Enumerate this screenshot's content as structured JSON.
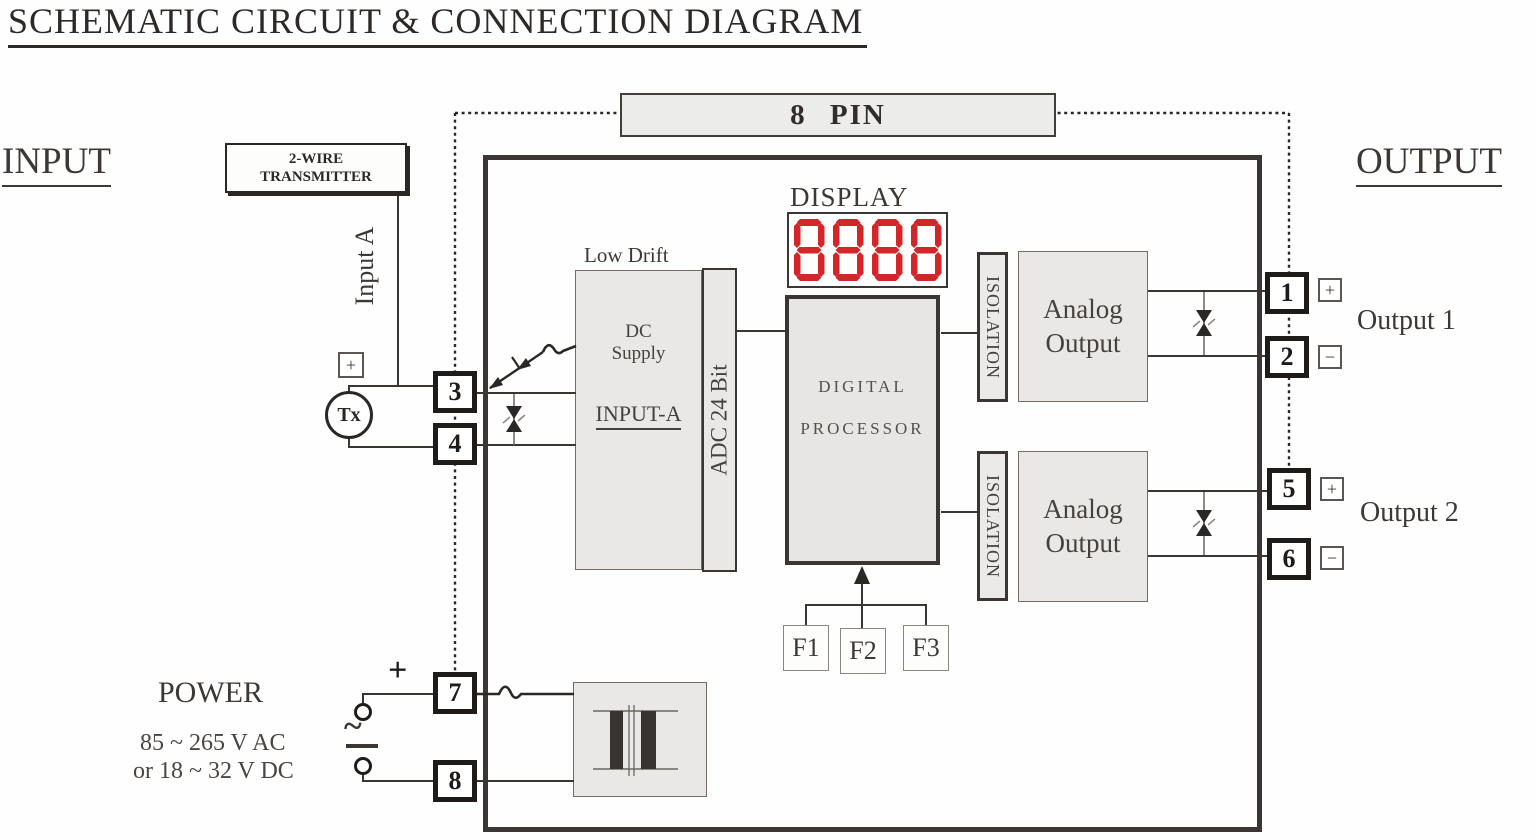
{
  "title": "SCHEMATIC CIRCUIT & CONNECTION DIAGRAM",
  "colors": {
    "display_red": "#d3262a",
    "block_fill": "#e9e8e6",
    "line_dark": "#3b3631"
  },
  "pin_header": {
    "label": "8 PIN"
  },
  "input_section": {
    "heading": "INPUT",
    "transmitter": {
      "line1": "2-WIRE",
      "line2": "TRANSMITTER"
    },
    "input_a_label": "Input A",
    "tx_label": "Tx",
    "polarity_plus": "+"
  },
  "terminals": {
    "t1": "1",
    "t2": "2",
    "t3": "3",
    "t4": "4",
    "t5": "5",
    "t6": "6",
    "t7": "7",
    "t8": "8"
  },
  "core": {
    "low_drift": "Low Drift",
    "dc_supply_line1": "DC",
    "dc_supply_line2": "Supply",
    "input_a": "INPUT-A",
    "adc": "ADC 24 Bit",
    "display_label": "DISPLAY",
    "display_value": "8888",
    "processor_line1": "DIGITAL",
    "processor_line2": "PROCESSOR",
    "isolation": "ISOLATION",
    "analog_line1": "Analog",
    "analog_line2": "Output",
    "f_keys": [
      "F1",
      "F2",
      "F3"
    ]
  },
  "output_section": {
    "heading": "OUTPUT",
    "output1": "Output 1",
    "output2": "Output 2",
    "plus": "+",
    "minus": "−"
  },
  "power_section": {
    "heading": "POWER",
    "spec_line1": "85 ~ 265 V AC",
    "spec_line2": "or 18 ~ 32 V DC",
    "plus": "+",
    "ac_symbol": "~"
  }
}
